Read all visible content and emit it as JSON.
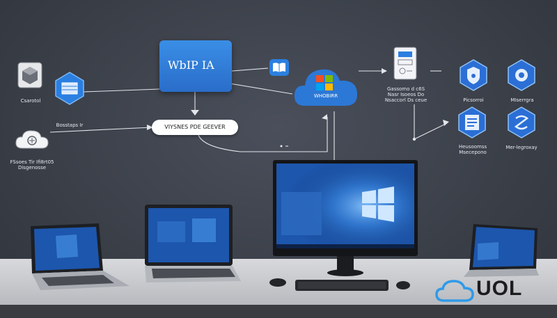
{
  "labels": {
    "control": "Csarotol",
    "server_stack": "Bosstaps Ir",
    "storage": "FSsoes Tir Ifi8rt05\nDisgenosse",
    "main_card": "WbIP IA",
    "pill": "VIYSNES PDE GEEVER",
    "windows_cloud": "WHOBIRR",
    "mid_right": "Gassomo d c6S\nNasr Isoeos Do\nNsaccorl Ds ceue",
    "hex1": "Picsorroi",
    "hex2": "MIserrgra",
    "hex3": "Heusoomss\nMsecepono",
    "hex4": "Mer-legroxay"
  },
  "brand": {
    "logo_text": "UOL"
  },
  "colors": {
    "background": "#3b4049",
    "accent_blue": "#2a6dc9",
    "screen_blue": "#1d56ad",
    "desk": "#c8c9cc",
    "logo_cloud": "#2f9ae8"
  },
  "icons": [
    "box-icon",
    "server-rack-icon",
    "cloud-storage-icon",
    "book-icon",
    "windows-logo-icon",
    "document-icon",
    "shield-icon",
    "settings-icon",
    "list-icon",
    "medical-icon",
    "cloud-logo-icon"
  ]
}
